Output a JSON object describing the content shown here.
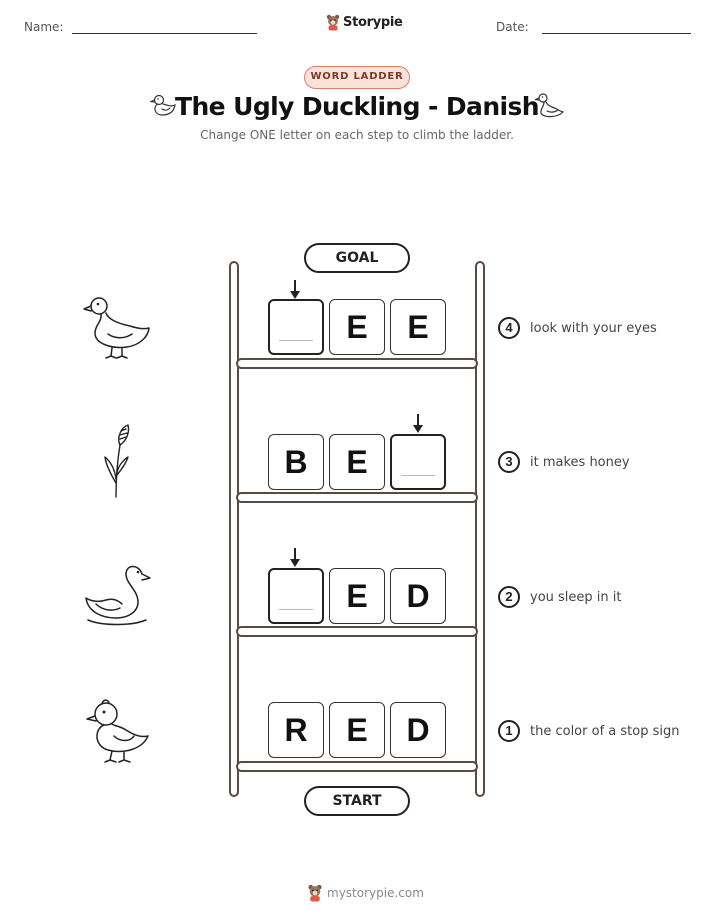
{
  "header": {
    "name_label": "Name:",
    "date_label": "Date:",
    "brand": "Storypie"
  },
  "badge": "WORD LADDER",
  "title": "The Ugly Duckling - Danish",
  "subtitle": "Change ONE letter on each step to climb the ladder.",
  "goal_label": "GOAL",
  "start_label": "START",
  "rows": [
    {
      "letters": [
        "",
        "E",
        "E"
      ],
      "clue_num": "4",
      "clue": "look with your eyes",
      "picture": "duck-icon"
    },
    {
      "letters": [
        "B",
        "E",
        ""
      ],
      "clue_num": "3",
      "clue": "it makes honey",
      "picture": "reed-icon"
    },
    {
      "letters": [
        "",
        "E",
        "D"
      ],
      "clue_num": "2",
      "clue": "you sleep in it",
      "picture": "swan-icon"
    },
    {
      "letters": [
        "R",
        "E",
        "D"
      ],
      "clue_num": "1",
      "clue": "the color of a stop sign",
      "picture": "duckling-icon"
    }
  ],
  "footer": "mystorypie.com"
}
